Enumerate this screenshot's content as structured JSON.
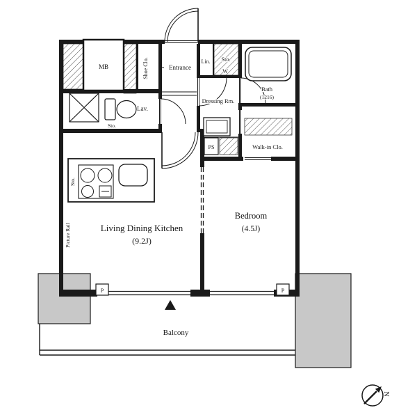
{
  "floorplan": {
    "rooms": {
      "ldk": {
        "name": "Living Dining Kitchen",
        "size": "(9.2J)"
      },
      "bedroom": {
        "name": "Bedroom",
        "size": "(4.5J)"
      },
      "bath": {
        "name": "Bath",
        "size": "(1216)"
      },
      "dressing_room": {
        "name": "Dressing Rm."
      },
      "lavatory": {
        "name": "Lav."
      },
      "entrance": {
        "name": "Entrance"
      },
      "walk_in_closet": {
        "name": "Walk-in Clo."
      },
      "balcony": {
        "name": "Balcony"
      }
    },
    "storage": {
      "meter_box": "MB",
      "shoe_closet": "Shoe Clo.",
      "linen": "Lin.",
      "storage_top": "Sto.",
      "washer": "W",
      "storage_lav": "Sto.",
      "storage_kitchen": "Sto.",
      "pipe_space": "PS"
    },
    "annotations": {
      "picture_rail": "Picture Rail",
      "pillar_left": "P",
      "pillar_right": "P",
      "north": "N"
    },
    "colors": {
      "wall": "#1a1a1a",
      "column_fill": "#c8c8c8",
      "background": "#ffffff"
    }
  }
}
